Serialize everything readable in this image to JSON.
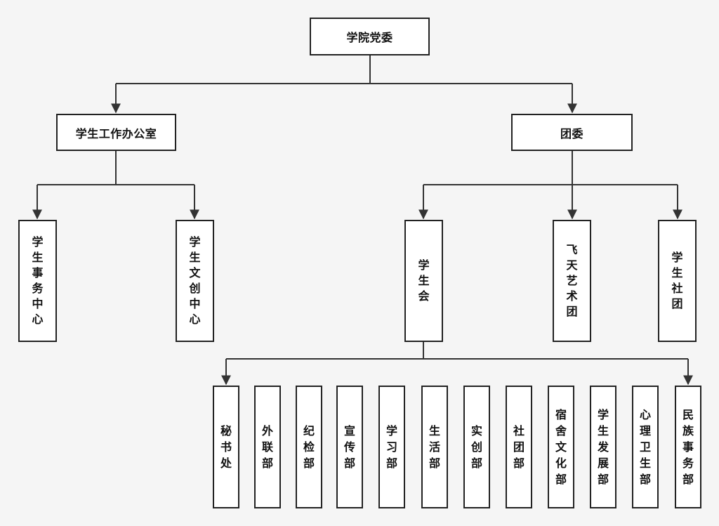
{
  "nodes": {
    "root": "学院党委",
    "office": "学生工作办公室",
    "youth_league": "团委",
    "affairs_center": "学生事务中心",
    "culture_center": "学生文创中心",
    "student_union": "学生会",
    "art_troupe": "飞天艺术团",
    "student_clubs": "学生社团",
    "departments": [
      "秘书处",
      "外联部",
      "纪检部",
      "宣传部",
      "学习部",
      "生活部",
      "实创部",
      "社团部",
      "宿舍文化部",
      "学生发展部",
      "心理卫生部",
      "民族事务部"
    ]
  },
  "colors": {
    "line": "#333333",
    "border": "#222222",
    "background": "#f5f5f5"
  }
}
